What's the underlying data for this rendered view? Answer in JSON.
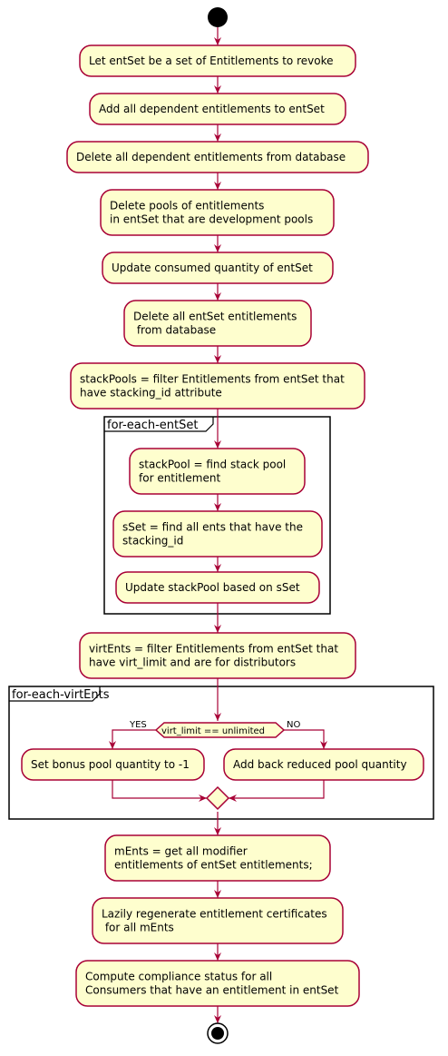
{
  "colors": {
    "activity_fill": "#FEFECE",
    "activity_border": "#A80036",
    "arrow": "#A80036",
    "frame_border": "#000000",
    "start_fill": "#000000"
  },
  "nodes": {
    "start": "start-node",
    "end": "end-node"
  },
  "activities": {
    "a1": [
      "Let entSet be a set of Entitlements to revoke"
    ],
    "a2": [
      "Add all dependent entitlements to entSet"
    ],
    "a3": [
      "Delete all dependent entitlements from database"
    ],
    "a4": [
      "Delete pools of entitlements",
      "in entSet that are development pools"
    ],
    "a5": [
      "Update consumed quantity of entSet"
    ],
    "a6": [
      "Delete all entSet entitlements",
      " from database"
    ],
    "a7": [
      "stackPools = filter Entitlements from entSet that",
      "have stacking_id attribute"
    ],
    "a8": [
      "stackPool = find stack pool",
      "for entitlement"
    ],
    "a9": [
      "sSet = find all ents that have the",
      "stacking_id"
    ],
    "a10": [
      "Update stackPool based on sSet"
    ],
    "a11": [
      "virtEnts = filter Entitlements from entSet that",
      "have virt_limit and are for distributors"
    ],
    "a12": [
      "Set bonus pool quantity to -1"
    ],
    "a13": [
      "Add back reduced pool quantity"
    ],
    "a14": [
      "mEnts = get all modifier",
      "entitlements of entSet entitlements;"
    ],
    "a15": [
      "Lazily regenerate entitlement certificates",
      " for all mEnts"
    ],
    "a16": [
      "Compute compliance status for all",
      "Consumers that have an entitlement in entSet"
    ]
  },
  "frames": {
    "f1": "for-each-entSet",
    "f2": "for-each-virtEnts"
  },
  "decision": {
    "condition": "virt_limit == unlimited",
    "yes_label": "YES",
    "no_label": "NO"
  }
}
